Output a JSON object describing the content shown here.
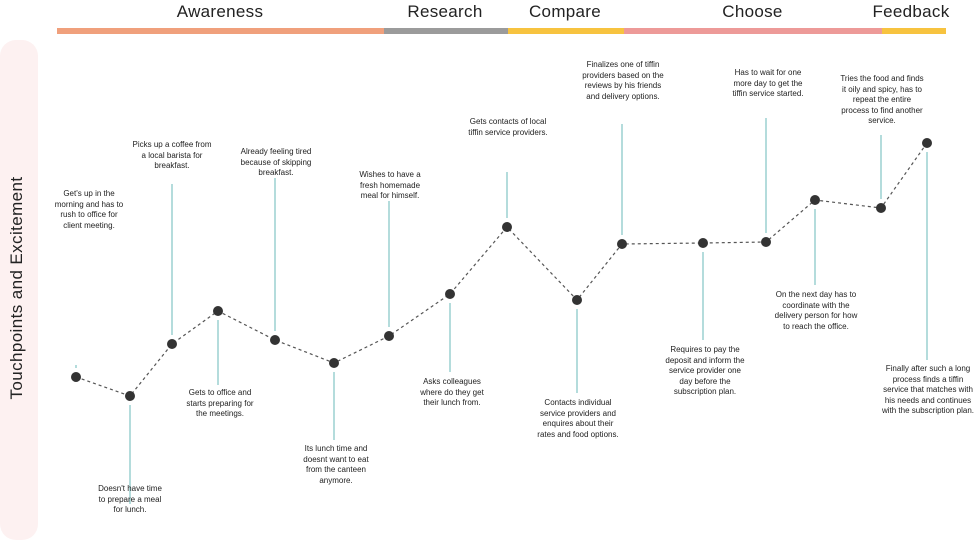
{
  "phases": [
    {
      "label": "Awareness",
      "color": "#f0a07c"
    },
    {
      "label": "Research",
      "color": "#9b9b9b"
    },
    {
      "label": "Compare",
      "color": "#f7c33f"
    },
    {
      "label": "Choose",
      "color": "#ed9a98"
    },
    {
      "label": "Feedback",
      "color": "#f7c33f"
    }
  ],
  "y_axis_label": "Touchpoints and Excitement",
  "colors": {
    "line": "#555555",
    "point": "#333333",
    "connector": "#8cc9c9"
  },
  "steps": [
    {
      "text": "Get's up in the morning and has to rush to office for client meeting."
    },
    {
      "text": "Doesn't have time to prepare a meal for lunch."
    },
    {
      "text": "Picks up a coffee from a local barista for breakfast."
    },
    {
      "text": "Gets to office and starts preparing for the meetings."
    },
    {
      "text": "Already feeling tired because of skipping breakfast."
    },
    {
      "text": "Its lunch time and doesnt want to eat from the canteen anymore."
    },
    {
      "text": "Wishes to have a fresh homemade meal for himself."
    },
    {
      "text": "Asks colleagues where do they get their lunch from."
    },
    {
      "text": "Gets contacts of local tiffin service providers."
    },
    {
      "text": "Contacts individual service providers and enquires about their rates and food options."
    },
    {
      "text": "Finalizes one of tiffin providers based on the reviews by his friends and delivery options."
    },
    {
      "text": "Requires to pay the deposit and inform the service provider one day before the subscription plan."
    },
    {
      "text": "Has to wait for one more day to get the tiffin service started."
    },
    {
      "text": "On the next day has to coordinate with the delivery person for how to reach the office."
    },
    {
      "text": "Tries the food and finds it oily and spicy, has to repeat the entire process to find another service."
    },
    {
      "text": "Finally after such a long process finds a tiffin service that matches with his needs and continues with the subscription plan."
    }
  ]
}
